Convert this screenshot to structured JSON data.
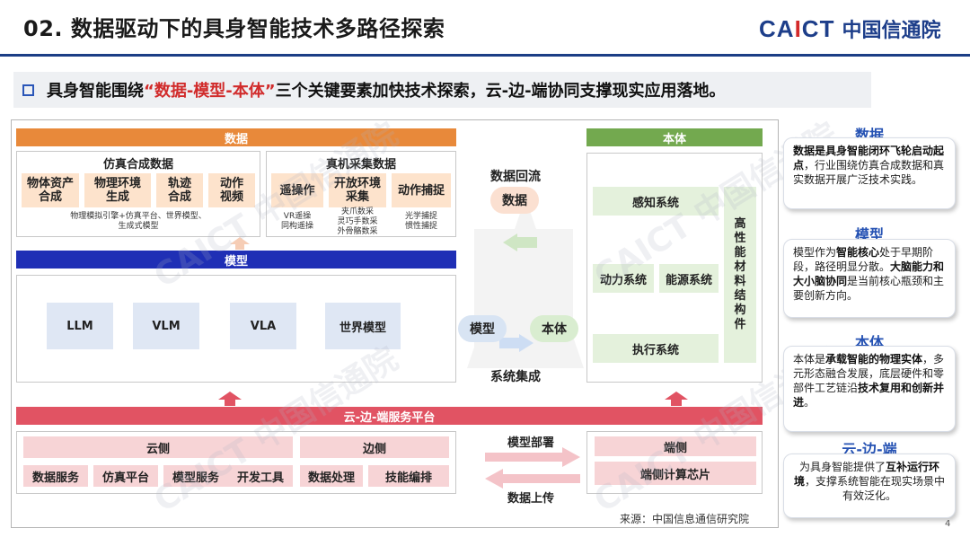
{
  "title": "02. 数据驱动下的具身智能技术多路径探索",
  "logo": {
    "en_part1": "CA",
    "en_part2": "I",
    "en_part3": "CT",
    "cn": "中国信通院"
  },
  "subtitle": {
    "before": "具身智能围绕",
    "highlight": "“数据-模型-本体”",
    "after": "三个关键要素加快技术探索，云-边-端协同支撑现实应用落地。"
  },
  "diagram": {
    "data_header": "数据",
    "sim": {
      "title": "仿真合成数据",
      "items": [
        "物体资产\n合成",
        "物理环境\n生成",
        "轨迹\n合成",
        "动作\n视频"
      ],
      "note": "物理模拟引擎+仿真平台、世界模型、\n生成式模型"
    },
    "real": {
      "title": "真机采集数据",
      "items": [
        "遥操作",
        "开放环境\n采集",
        "动作捕捉"
      ],
      "notes": [
        "VR遥操\n同构遥操",
        "夹爪数采\n灵巧手数采\n外骨骼数采",
        "光学捕捉\n惯性捕捉"
      ]
    },
    "model_header": "模型",
    "models": [
      "LLM",
      "VLM",
      "VLA",
      "世界模型"
    ],
    "cycle": {
      "top_label": "数据回流",
      "data": "数据",
      "model": "模型",
      "body": "本体",
      "bottom_label": "系统集成"
    },
    "body_header": "本体",
    "body": {
      "perception": "感知系统",
      "power": "动力系统",
      "energy": "能源系统",
      "execution": "执行系统",
      "materials": "高\n性\n能\n材\n料\n结\n构\n件"
    },
    "platform_header": "云-边-端服务平台",
    "cloud": {
      "title": "云侧",
      "items": [
        "数据服务",
        "仿真平台",
        "模型服务",
        "开发工具"
      ]
    },
    "edge": {
      "title": "边侧",
      "items": [
        "数据处理",
        "技能编排"
      ]
    },
    "arrows": {
      "deploy": "模型部署",
      "upload": "数据上传"
    },
    "device": {
      "title": "端侧",
      "item": "端侧计算芯片"
    },
    "watermark": "CAICT 中国信通院"
  },
  "side": [
    {
      "title": "数据",
      "parts": [
        [
          "b",
          "数据是"
        ],
        [
          "b",
          "具身智能闭环飞轮启动起点"
        ],
        [
          "n",
          "，行业围绕仿真合成数据和真实数据开展广泛技术实践。"
        ]
      ]
    },
    {
      "title": "模型",
      "parts": [
        [
          "n",
          "模型作为"
        ],
        [
          "b",
          "智能核心"
        ],
        [
          "n",
          "处于早期阶段，路径明显分散。"
        ],
        [
          "b",
          "大脑能力和大小脑协同"
        ],
        [
          "n",
          "是当前核心瓶颈和主要创新方向。"
        ]
      ]
    },
    {
      "title": "本体",
      "parts": [
        [
          "n",
          "本体是"
        ],
        [
          "b",
          "承载智能的物理实体"
        ],
        [
          "n",
          "，多元形态融合发展，底层硬件和零部件工艺链沿"
        ],
        [
          "b",
          "技术复用和创新并进"
        ],
        [
          "n",
          "。"
        ]
      ]
    },
    {
      "title": "云-边-端",
      "parts": [
        [
          "n",
          "为具身智能提供了"
        ],
        [
          "b",
          "互补运行环境"
        ],
        [
          "n",
          "，支撑系统智能在现实场景中有效泛化。"
        ]
      ]
    }
  ],
  "source": "来源：中国信息通信研究院",
  "page_number": "4",
  "colors": {
    "orange": "#e8893a",
    "navy": "#1f2fb5",
    "green": "#73a94f",
    "red": "#e15363",
    "brand_blue": "#1d3e8a",
    "accent_red": "#d12b2b"
  }
}
